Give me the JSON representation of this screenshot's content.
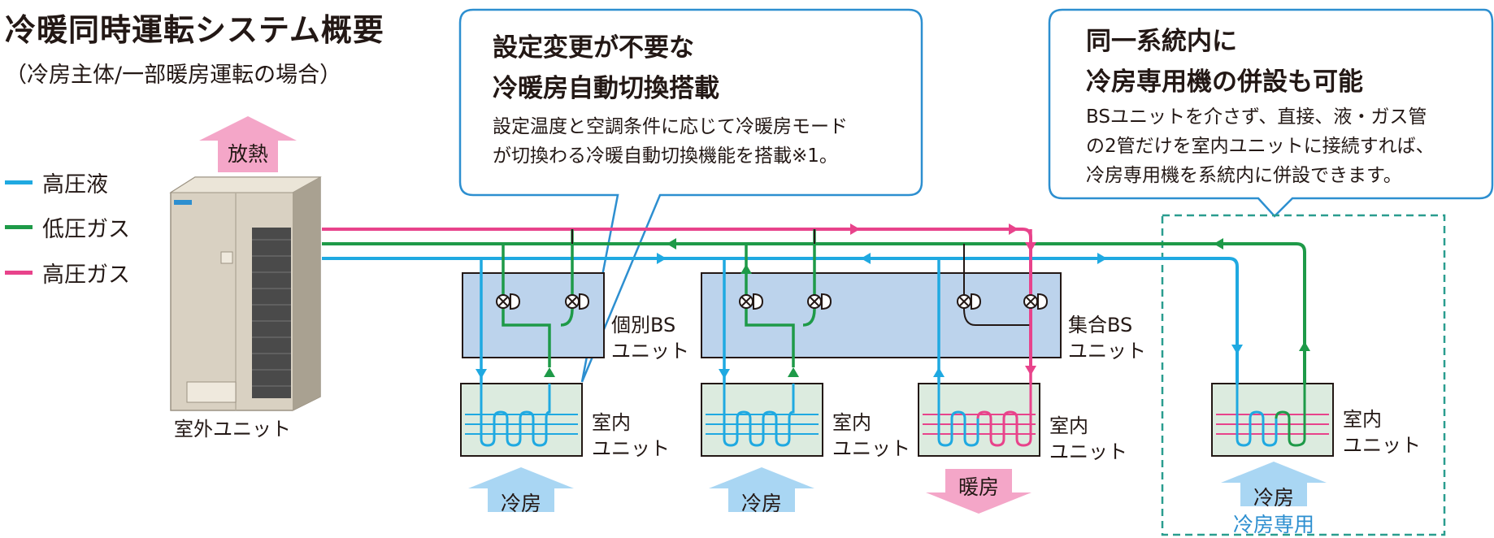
{
  "title": "冷暖同時運転システム概要",
  "subtitle": "（冷房主体/一部暖房運転の場合）",
  "legend": [
    {
      "label": "高圧液",
      "color": "#1fa9e1"
    },
    {
      "label": "低圧ガス",
      "color": "#1e9a48"
    },
    {
      "label": "高圧ガス",
      "color": "#e8438b"
    }
  ],
  "outdoor_unit": {
    "label": "室外ユニット",
    "heat_label": "放熱"
  },
  "callout_left": {
    "heading_lines": [
      "設定変更が不要な",
      "冷暖房自動切換搭載"
    ],
    "body_lines": [
      "設定温度と空調条件に応じて冷暖房モード",
      "が切換わる冷暖自動切換機能を搭載※1。"
    ]
  },
  "callout_right": {
    "heading_lines": [
      "同一系統内に",
      "冷房専用機の併設も可能"
    ],
    "body_lines": [
      "BSユニットを介さず、直接、液・ガス管",
      "の2管だけを室内ユニットに接続すれば、",
      "冷房専用機を系統内に併設できます。"
    ]
  },
  "bs_units": [
    {
      "label_lines": [
        "個別BS",
        "ユニット"
      ]
    },
    {
      "label_lines": [
        "集合BS",
        "ユニット"
      ]
    }
  ],
  "indoor_units": [
    {
      "label_lines": [
        "室内",
        "ユニット"
      ],
      "mode": "冷房"
    },
    {
      "label_lines": [
        "室内",
        "ユニット"
      ],
      "mode": "冷房"
    },
    {
      "label_lines": [
        "室内",
        "ユニット"
      ],
      "mode": "暖房"
    },
    {
      "label_lines": [
        "室内",
        "ユニット"
      ],
      "mode": "冷房",
      "note": "冷房専用"
    }
  ],
  "colors": {
    "liquid": "#1fa9e1",
    "low_gas": "#1e9a48",
    "high_gas": "#e8438b",
    "callout_border": "#2d8fd0",
    "bs_fill": "#bcd3ec",
    "indoor_fill": "#dcebdf",
    "cool_arrow": "#a9d6f3",
    "heat_arrow": "#f4a6c8",
    "dashed_border": "#2a9d8f"
  }
}
